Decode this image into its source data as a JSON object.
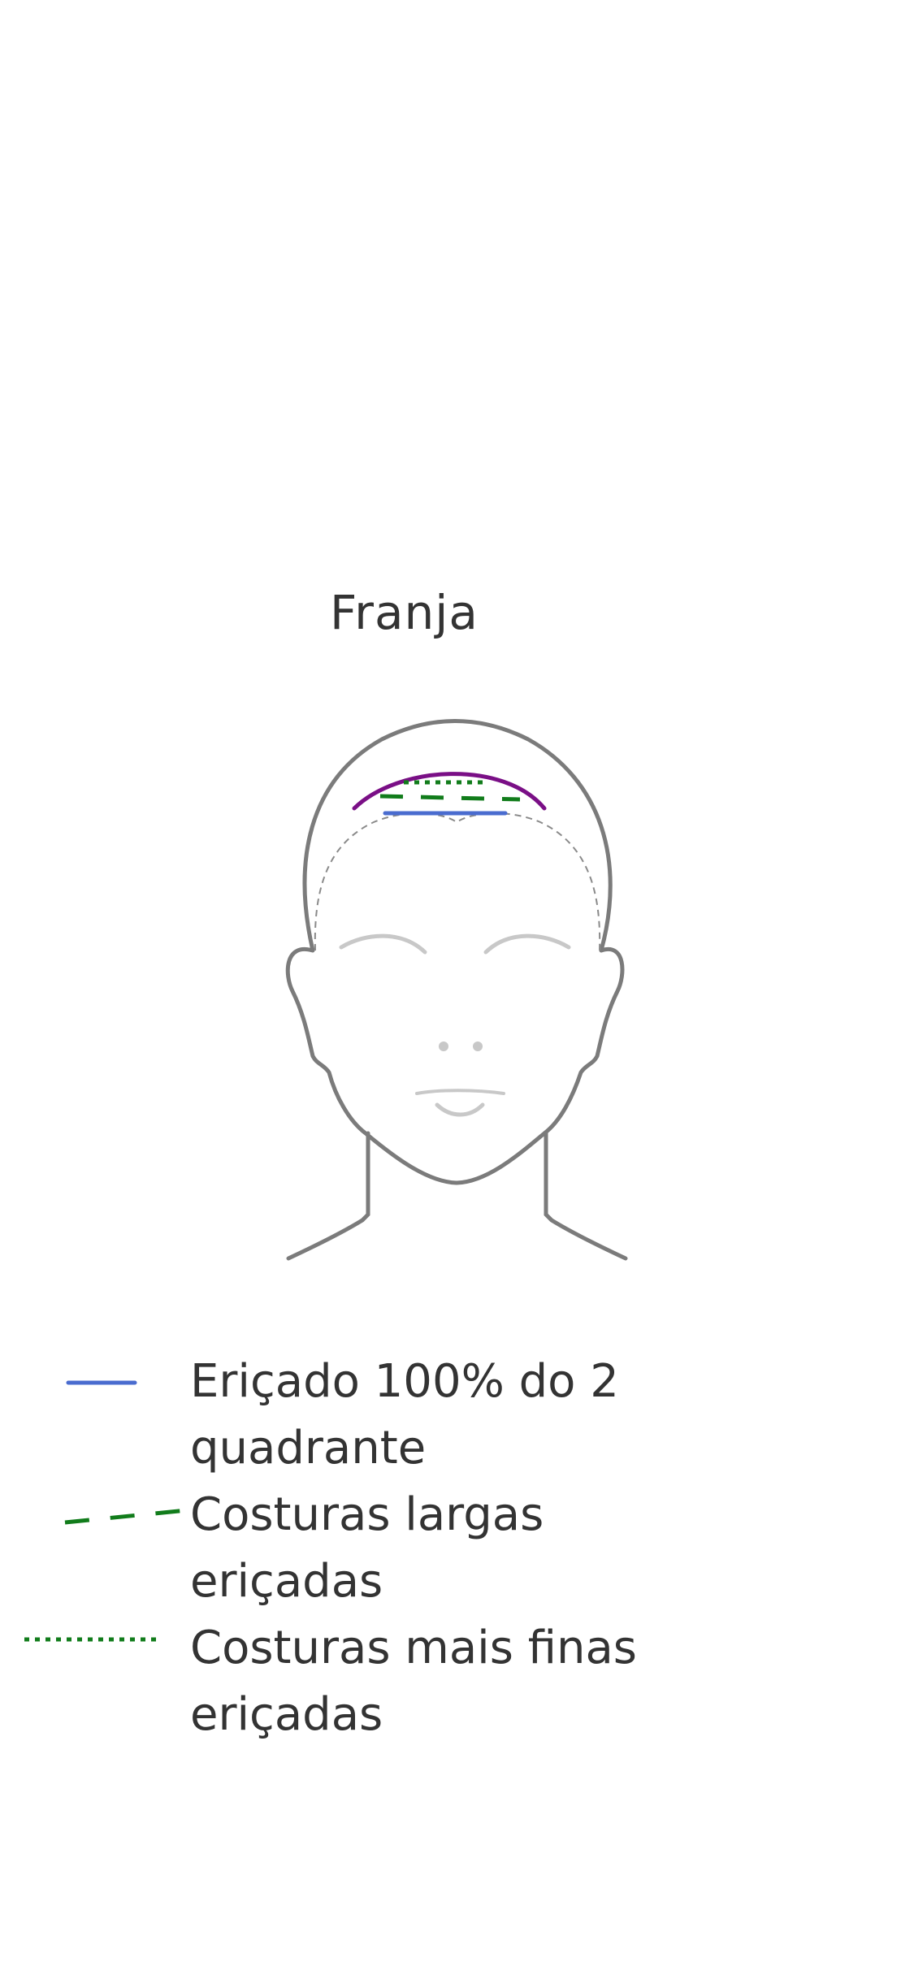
{
  "diagram": {
    "title": "Franja",
    "colors": {
      "outline": "#7b7b7b",
      "feature": "#c8c8c8",
      "guide": "#8a8a8a",
      "purple_arc": "#7a0f86",
      "blue": "#4a6ccf",
      "green": "#117c1b"
    }
  },
  "legend": {
    "items": [
      {
        "label": "Eriçado 100% do 2 quadrante",
        "style": "solid",
        "color": "#4a6ccf"
      },
      {
        "label": "Costuras largas eriçadas",
        "style": "dashed",
        "color": "#117c1b"
      },
      {
        "label": "Costuras mais finas eriçadas",
        "style": "dotted",
        "color": "#117c1b"
      }
    ]
  }
}
